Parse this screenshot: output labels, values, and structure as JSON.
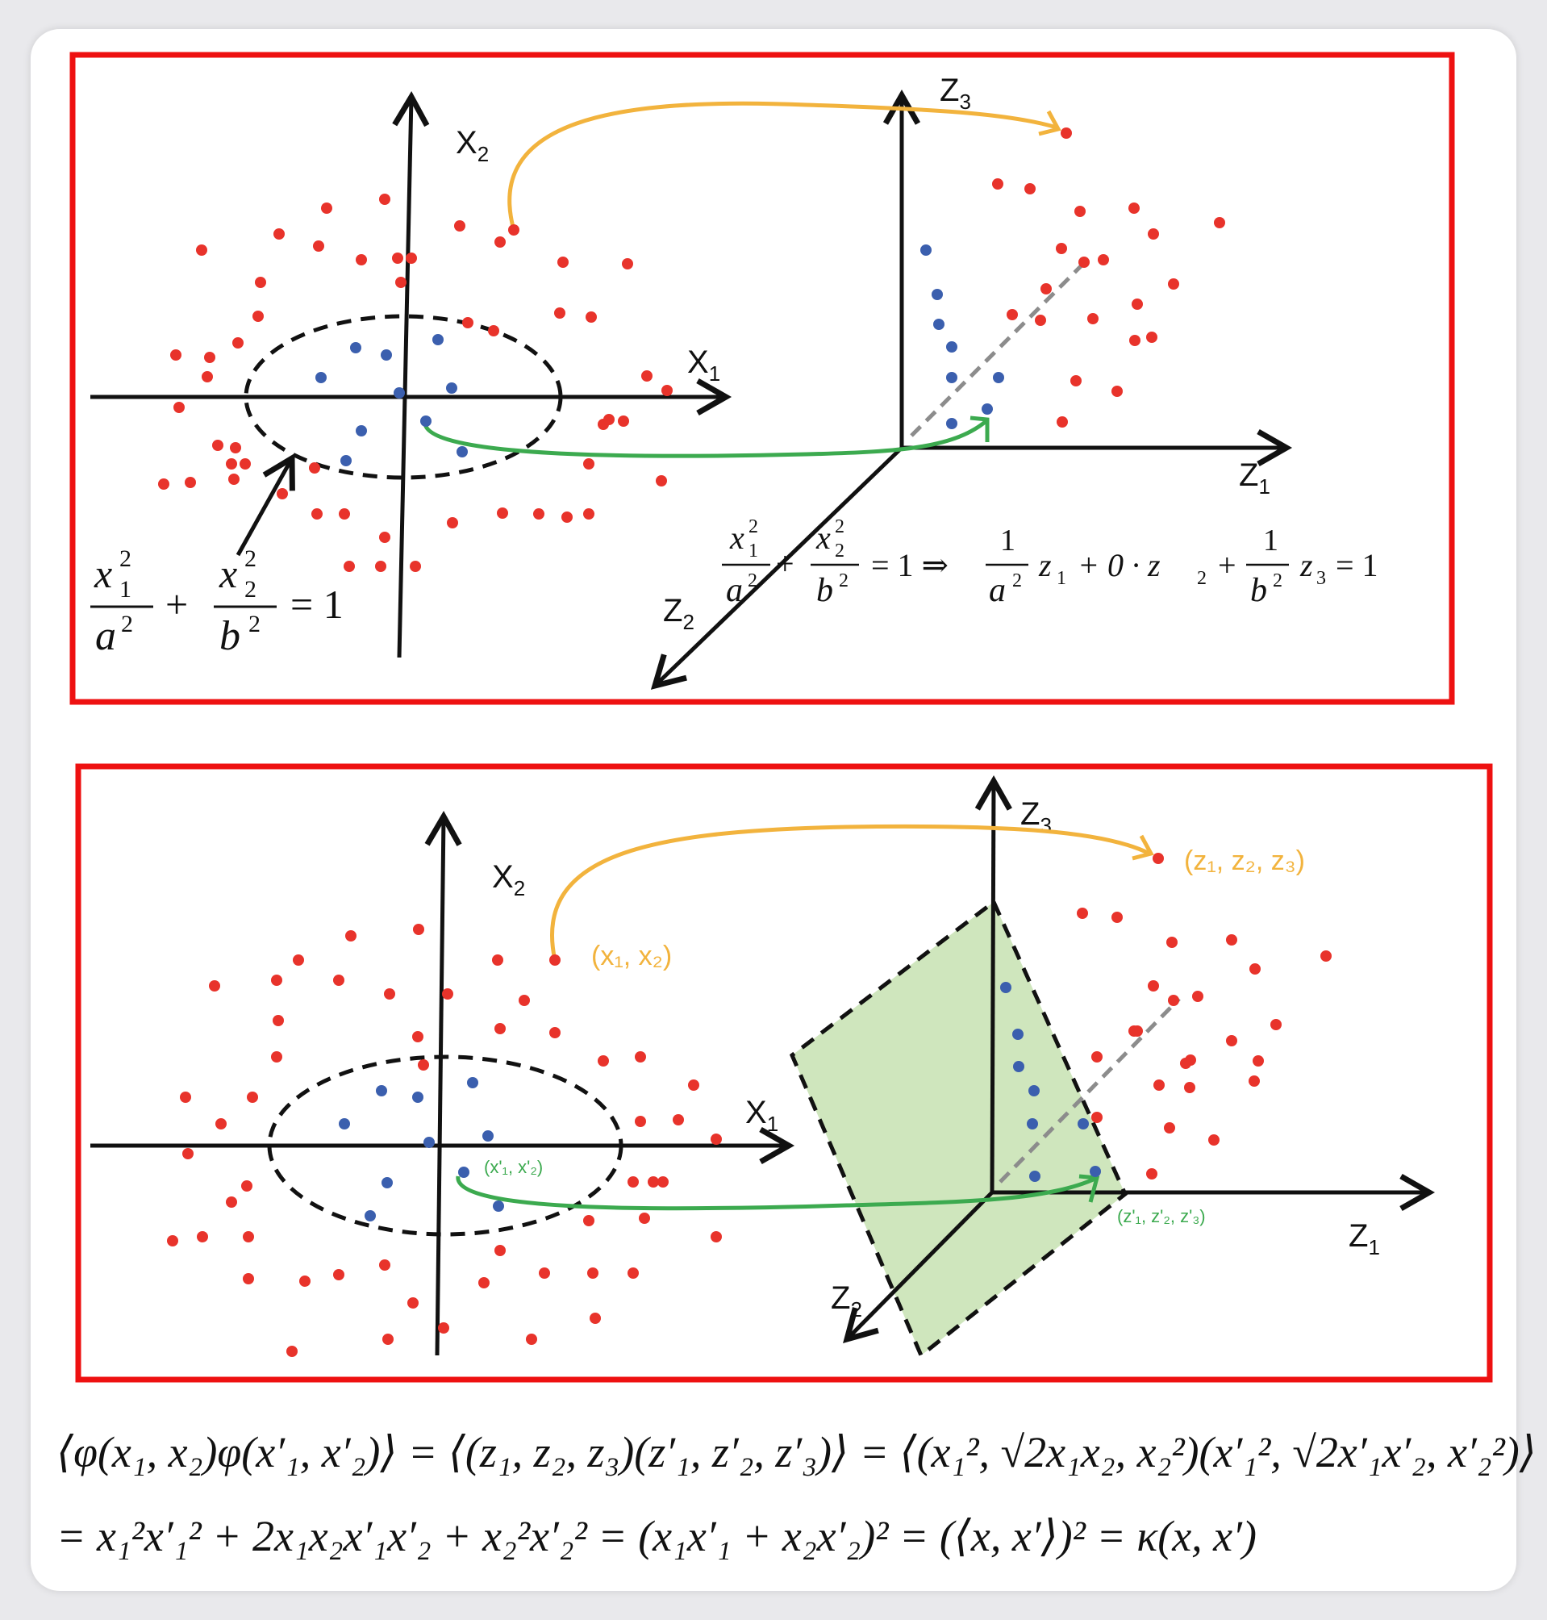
{
  "colors": {
    "frame": "#ee1111",
    "outer_points": "#e8332b",
    "inner_points": "#3b5fae",
    "yellow_arrow": "#f2b33d",
    "green_arrow": "#3caa4f",
    "plane_fill": "#cfe6bd",
    "dashed_diagonal": "#8c8c8c"
  },
  "top_panel": {
    "axes_2d": {
      "x": "X",
      "x_sub": "1",
      "y": "X",
      "y_sub": "2"
    },
    "axes_3d": {
      "z1": "Z",
      "z1_sub": "1",
      "z2": "Z",
      "z2_sub": "2",
      "z3": "Z",
      "z3_sub": "3"
    },
    "ellipse_equation": {
      "t1_num": "x",
      "t1_sub": "1",
      "t1_sup": "2",
      "t1_den": "a",
      "t1_den_sup": "2",
      "plus": "+",
      "t2_num": "x",
      "t2_sub": "2",
      "t2_sup": "2",
      "t2_den": "b",
      "t2_den_sup": "2",
      "rhs": "= 1"
    },
    "mapping_equation": {
      "lhs": "= 1 ⇒",
      "f1_num": "1",
      "f1_den": "a",
      "f1_den_sup": "2",
      "z1": "z",
      "z1_sub": "1",
      "middle": "+ 0 · z",
      "middle_sub": "2",
      "plus": "+",
      "f2_num": "1",
      "f2_den": "b",
      "f2_den_sup": "2",
      "z3": "z",
      "z3_sub": "3",
      "rhs": "= 1"
    }
  },
  "bottom_panel": {
    "axes_2d": {
      "x": "X",
      "x_sub": "1",
      "y": "X",
      "y_sub": "2"
    },
    "axes_3d": {
      "z1": "Z",
      "z1_sub": "1",
      "z2": "Z",
      "z2_sub": "2",
      "z3": "Z",
      "z3_sub": "3"
    },
    "label_x": "(x₁, x₂)",
    "label_z": "(z₁, z₂, z₃)",
    "label_xp": "(x'₁, x'₂)",
    "label_zp": "(z'₁, z'₂, z'₃)"
  },
  "kernel_equation": {
    "line1": "⟨φ(x₁, x₂)φ(x′₁, x′₂)⟩ = ⟨(z₁, z₂, z₃)(z′₁, z′₂, z′₃)⟩ = ⟨(x₁², √2x₁x₂, x₂²)(x′₁², √2x′₁x′₂, x′₂²)⟩",
    "line2": "= x₁²x′₁² + 2x₁x₂x′₁x′₂ + x₂²x′₂² = (x₁x′₁ + x₂x′₂)² = (⟨x, x′⟩)² = κ(x, x′)"
  }
}
